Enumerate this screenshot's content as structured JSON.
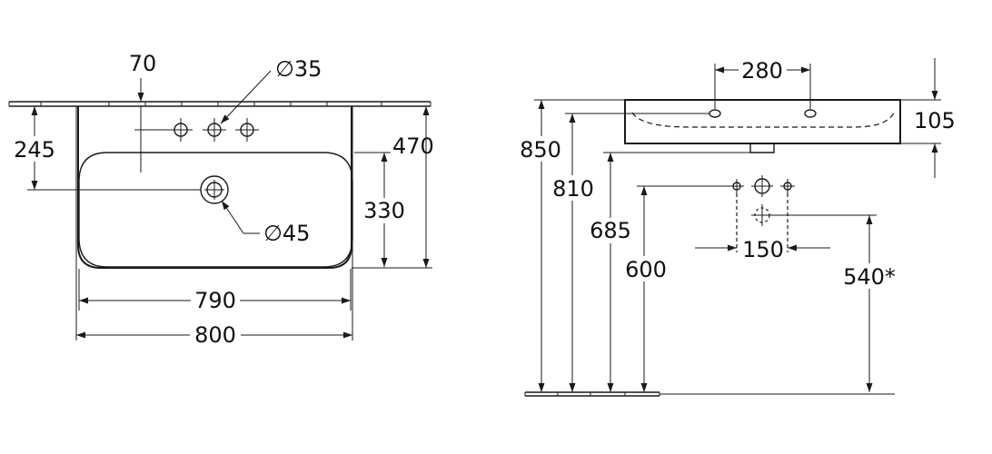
{
  "top_view": {
    "tap_offset": "70",
    "tap_hole_diameter": "∅35",
    "drain_offset": "245",
    "overall_depth": "470",
    "bowl_depth": "330",
    "drain_diameter": "∅45",
    "bowl_width": "790",
    "overall_width": "800"
  },
  "side_view": {
    "tap_hole_spacing": "280",
    "basin_height": "105",
    "top_height": "850",
    "rim_height": "810",
    "outlet_height": "685",
    "supply_height": "600",
    "supply_spacing": "150",
    "waste_height": "540*"
  }
}
